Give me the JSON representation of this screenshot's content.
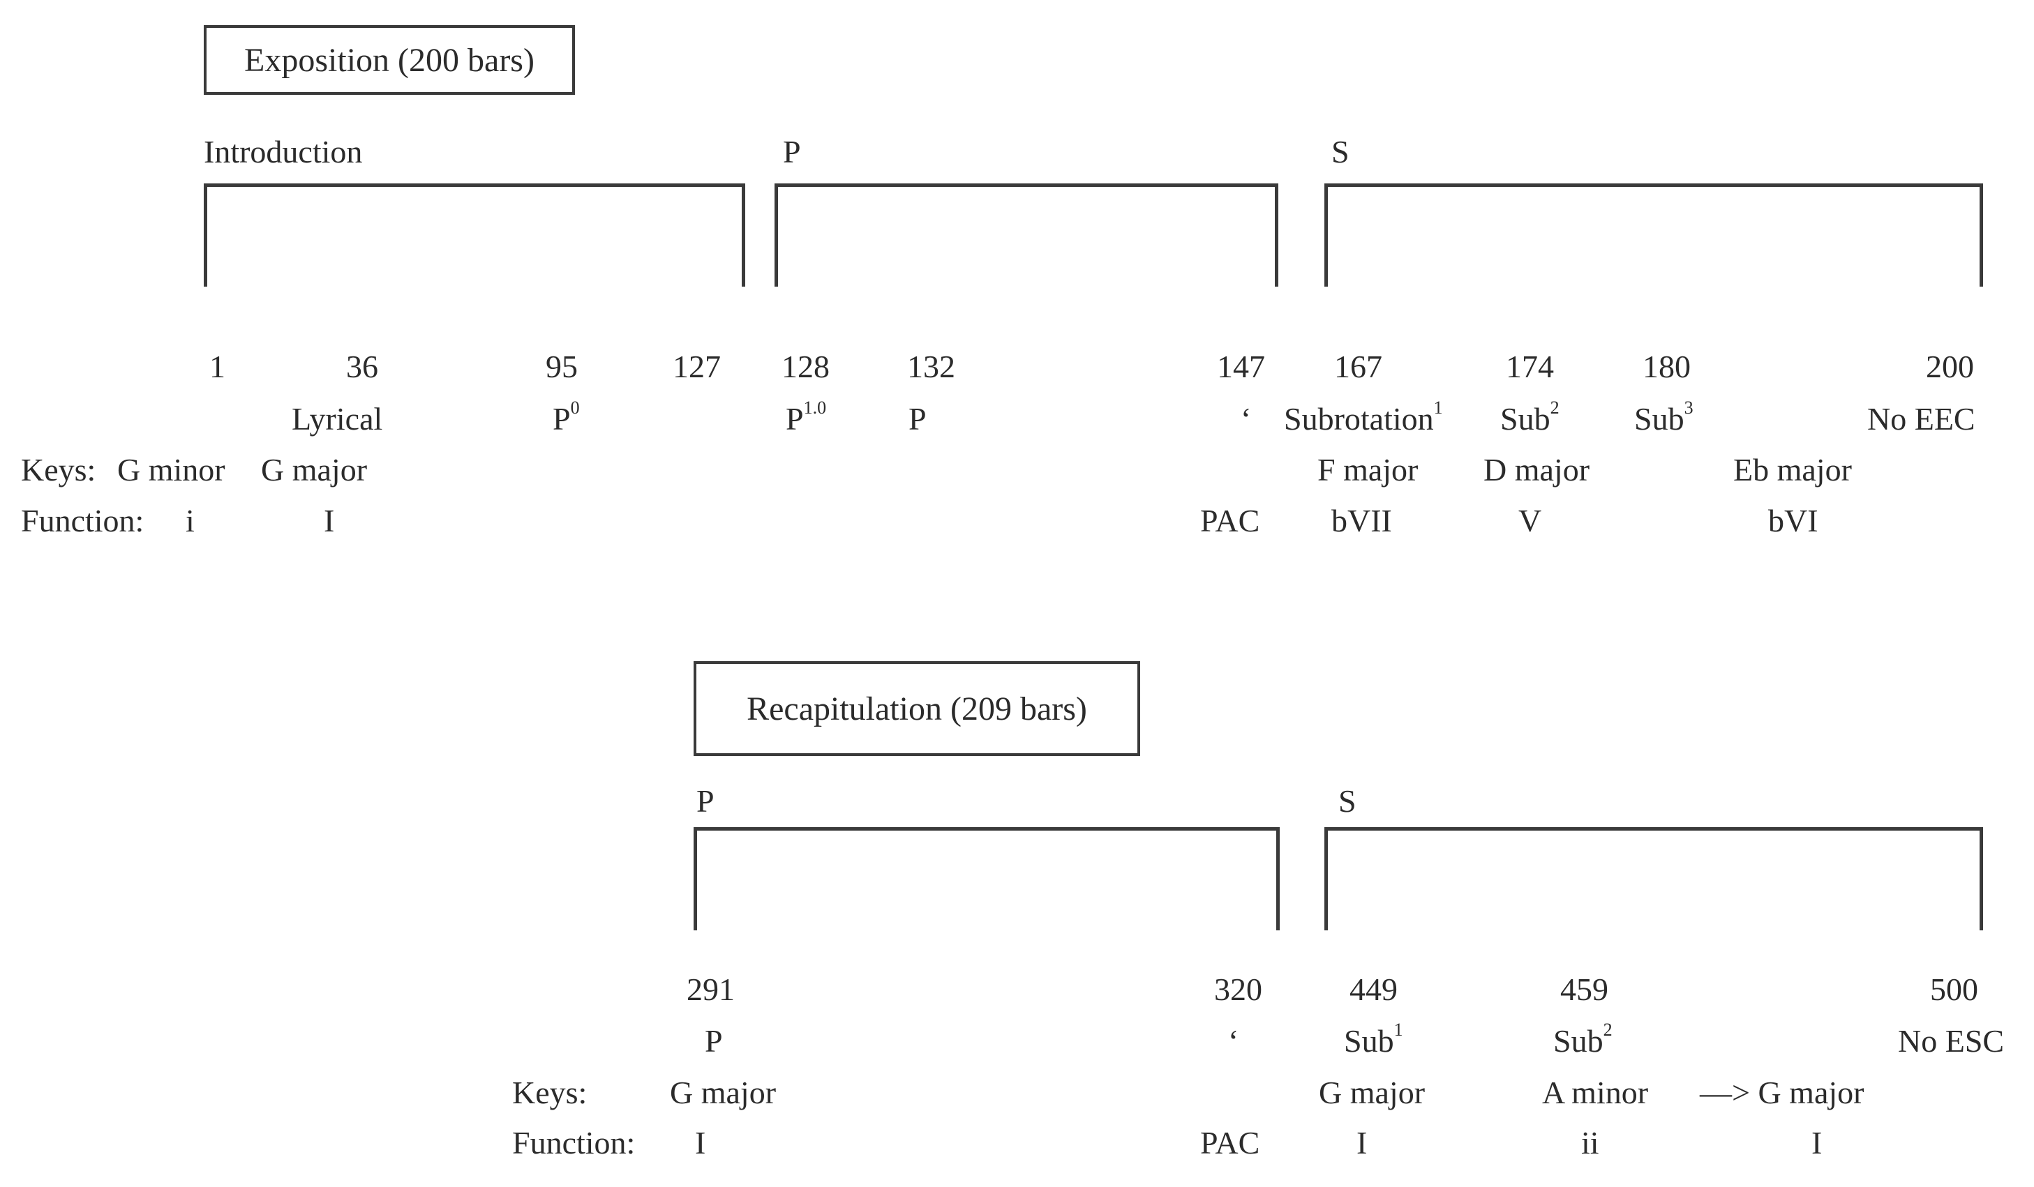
{
  "exposition": {
    "title": "Exposition (200 bars)",
    "sections": [
      "Introduction",
      "P",
      "S"
    ],
    "bars": [
      "1",
      "36",
      "95",
      "127",
      "128",
      "132",
      "147",
      "167",
      "174",
      "180",
      "200"
    ],
    "labels": {
      "lyrical": "Lyrical",
      "p0": "P",
      "p0_sup": "0",
      "p10": "P",
      "p10_sup": "1.0",
      "p": "P",
      "tick": "‘",
      "subrotation": "Subrotation",
      "subrotation_sup": "1",
      "sub2": "Sub",
      "sub2_sup": "2",
      "sub3": "Sub",
      "sub3_sup": "3",
      "no_eec": "No EEC"
    },
    "keys_label": "Keys:",
    "keys": [
      "G minor",
      "G major",
      "F major",
      "D major",
      "Eb major"
    ],
    "function_label": "Function:",
    "functions": [
      "i",
      "I",
      "PAC",
      "bVII",
      "V",
      "bVI"
    ]
  },
  "recapitulation": {
    "title": "Recapitulation (209 bars)",
    "sections": [
      "P",
      "S"
    ],
    "bars": [
      "291",
      "320",
      "449",
      "459",
      "500"
    ],
    "labels": {
      "p": "P",
      "tick": "‘",
      "sub1": "Sub",
      "sub1_sup": "1",
      "sub2": "Sub",
      "sub2_sup": "2",
      "no_esc": "No ESC"
    },
    "keys_label": "Keys:",
    "keys": [
      "G major",
      "G major",
      "A minor",
      "—> G major"
    ],
    "function_label": "Function:",
    "functions": [
      "I",
      "PAC",
      "I",
      "ii",
      "I"
    ]
  }
}
